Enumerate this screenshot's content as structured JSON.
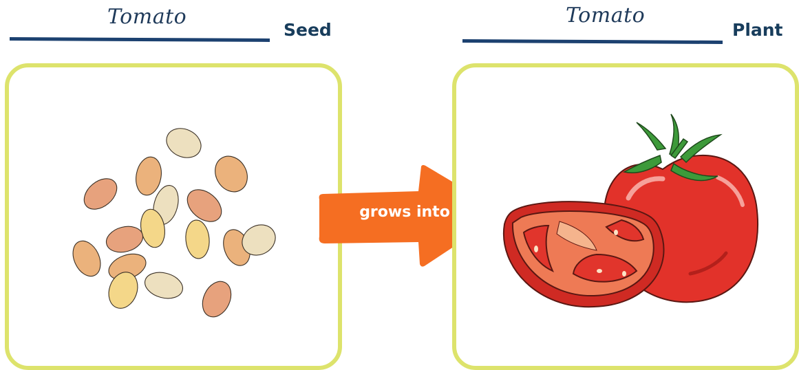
{
  "left": {
    "name": "Tomato",
    "heading": "Seed"
  },
  "right": {
    "name": "Tomato",
    "heading": "Plant"
  },
  "arrow": {
    "label": "grows into"
  },
  "colors": {
    "panel_border": "#dde36c",
    "underline": "#1c4170",
    "heading": "#183d5c",
    "arrow": "#f56e22",
    "tomato_red": "#e2322a",
    "seed_light": "#ede0bf",
    "seed_orange": "#ebb27c",
    "seed_salmon": "#e7a27d",
    "seed_yellow": "#f4d789"
  },
  "icons": {
    "left_panel": "tomato-seeds-illustration",
    "right_panel": "tomato-fruit-illustration",
    "connector": "right-arrow-icon"
  }
}
